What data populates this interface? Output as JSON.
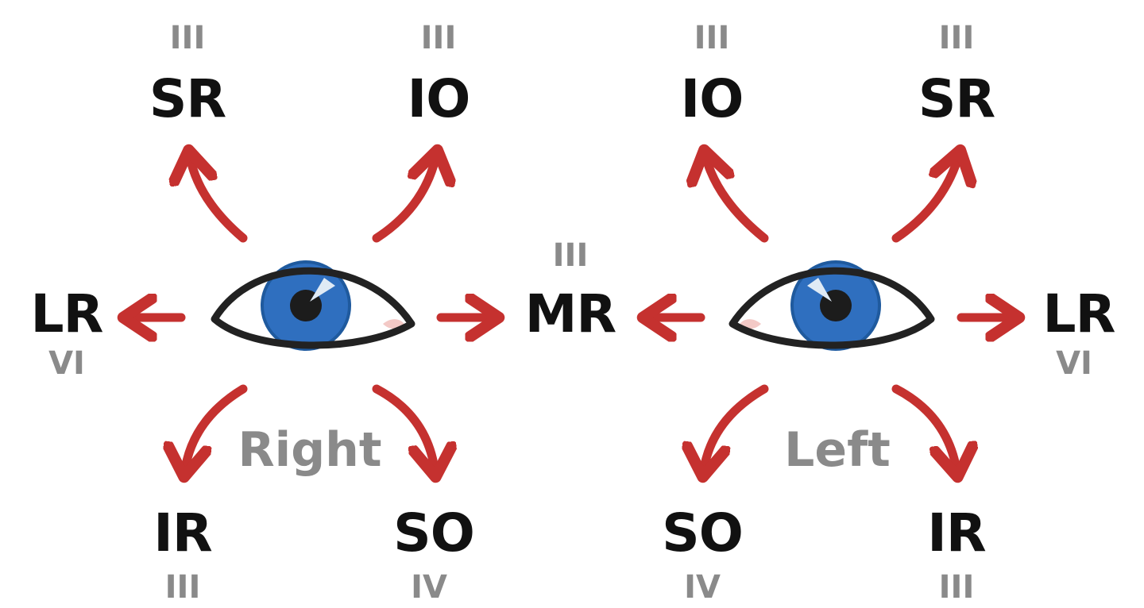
{
  "center": {
    "muscle": "MR",
    "nerve": "III"
  },
  "right_eye": {
    "side_label": "Right",
    "sr": {
      "muscle": "SR",
      "nerve": "III"
    },
    "io": {
      "muscle": "IO",
      "nerve": "III"
    },
    "lr": {
      "muscle": "LR",
      "nerve": "VI"
    },
    "ir": {
      "muscle": "IR",
      "nerve": "III"
    },
    "so": {
      "muscle": "SO",
      "nerve": "IV"
    }
  },
  "left_eye": {
    "side_label": "Left",
    "io": {
      "muscle": "IO",
      "nerve": "III"
    },
    "sr": {
      "muscle": "SR",
      "nerve": "III"
    },
    "lr": {
      "muscle": "LR",
      "nerve": "VI"
    },
    "so": {
      "muscle": "SO",
      "nerve": "IV"
    },
    "ir": {
      "muscle": "IR",
      "nerve": "III"
    }
  },
  "colors": {
    "arrow": "#c5312f",
    "iris": "#2f6fbf",
    "iris_ring": "#1f5a9e",
    "eye_outline": "#222222",
    "pupil": "#1c1c1c",
    "caruncle": "#f3c9c6",
    "muscle_text": "#111111",
    "nerve_text": "#8a8a8a"
  }
}
